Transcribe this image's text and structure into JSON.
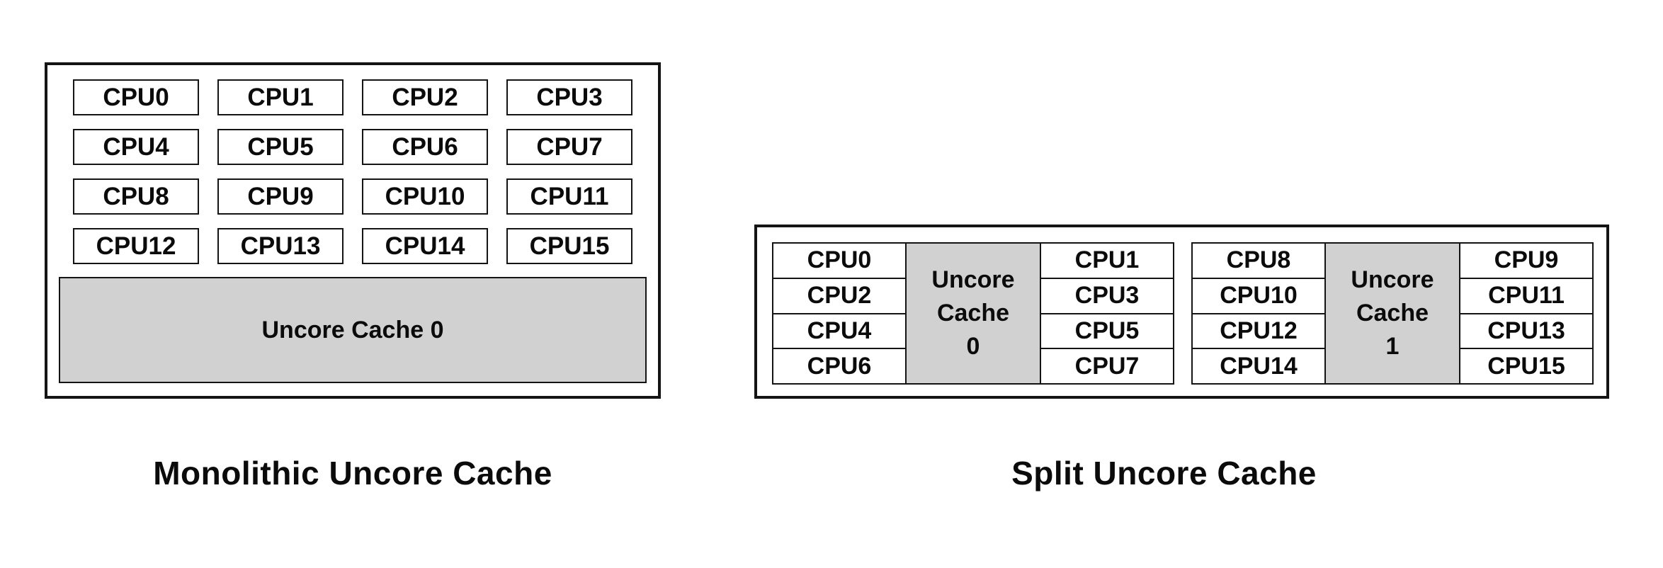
{
  "monolithic": {
    "caption": "Monolithic Uncore Cache",
    "cpus": [
      "CPU0",
      "CPU1",
      "CPU2",
      "CPU3",
      "CPU4",
      "CPU5",
      "CPU6",
      "CPU7",
      "CPU8",
      "CPU9",
      "CPU10",
      "CPU11",
      "CPU12",
      "CPU13",
      "CPU14",
      "CPU15"
    ],
    "cache_label": "Uncore Cache 0"
  },
  "split": {
    "caption": "Split Uncore Cache",
    "groups": [
      {
        "left_cpus": [
          "CPU0",
          "CPU2",
          "CPU4",
          "CPU6"
        ],
        "cache_label": "Uncore\nCache\n0",
        "right_cpus": [
          "CPU1",
          "CPU3",
          "CPU5",
          "CPU7"
        ]
      },
      {
        "left_cpus": [
          "CPU8",
          "CPU10",
          "CPU12",
          "CPU14"
        ],
        "cache_label": "Uncore\nCache\n1",
        "right_cpus": [
          "CPU9",
          "CPU11",
          "CPU13",
          "CPU15"
        ]
      }
    ]
  },
  "colors": {
    "cache_fill": "#d1d1d1",
    "border": "#141414",
    "text": "#0b0b0b",
    "background": "#ffffff"
  }
}
